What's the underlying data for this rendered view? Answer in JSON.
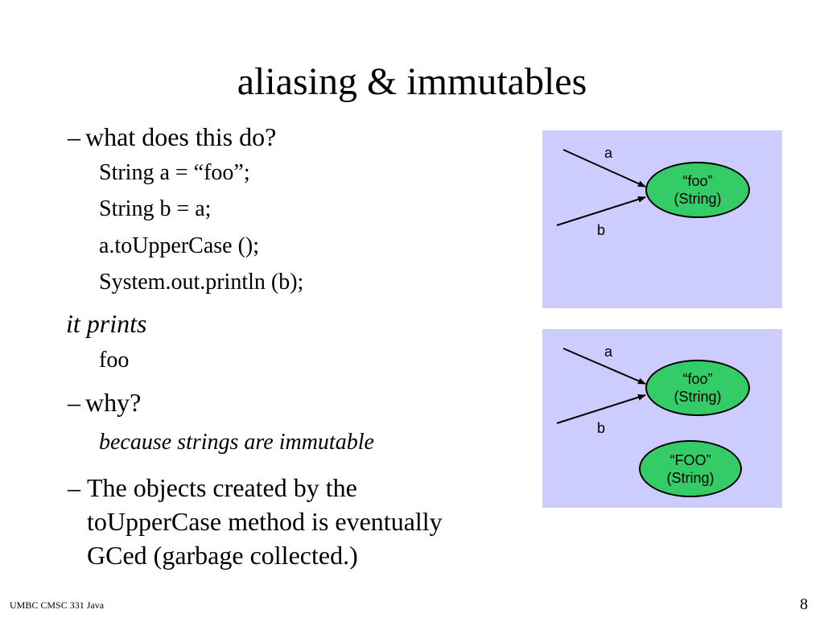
{
  "slide": {
    "title": "aliasing & immutables",
    "bullets": [
      {
        "dash": "–",
        "text": "what does this do?"
      },
      {
        "dash": "–",
        "text": "why?"
      },
      {
        "dash": "–",
        "lines": [
          "The objects created by the",
          "toUpperCase method is eventually",
          "GCed (garbage collected.)"
        ]
      }
    ],
    "code_lines": [
      "String a = “foo”;",
      "String b = a;",
      "a.toUpperCase ();",
      "System.out.println (b);"
    ],
    "it_prints": "it prints",
    "output": "foo",
    "reason": "because strings are immutable"
  },
  "diagrams": [
    {
      "label_a": "a",
      "label_b": "b",
      "object": {
        "line1": "“foo”",
        "line2": "(String)"
      }
    },
    {
      "label_a": "a",
      "label_b": "b",
      "object": {
        "line1": "“foo”",
        "line2": "(String)"
      },
      "new_object": {
        "line1": "“FOO”",
        "line2": "(String)"
      }
    }
  ],
  "footer": {
    "course": "UMBC CMSC 331 Java",
    "page": "8"
  },
  "colors": {
    "panel_bg": "#ccccff",
    "object_fill": "#33cc66"
  }
}
